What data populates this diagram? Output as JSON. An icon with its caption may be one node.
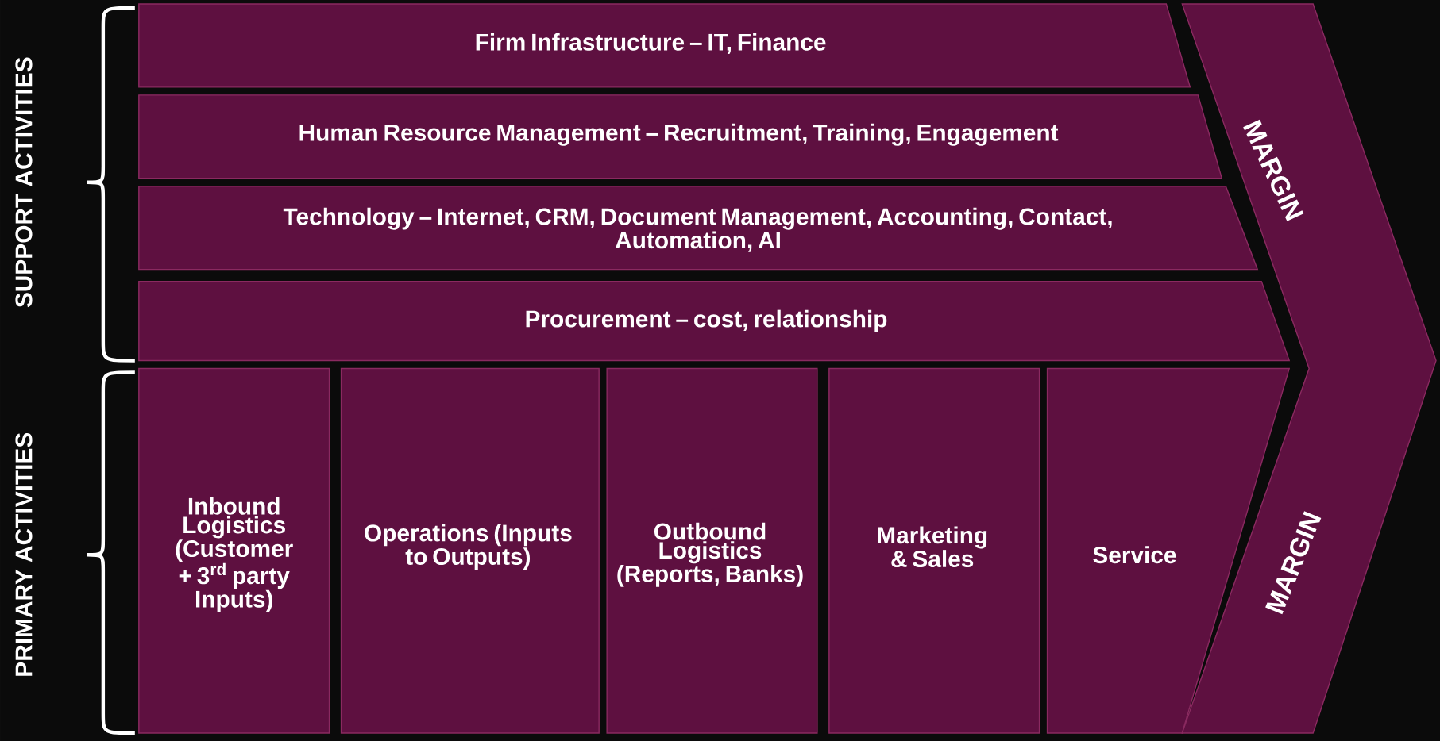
{
  "diagram": {
    "nodes": [
      {
        "text": [
          "Firm Infrastructure – IT, Finance"
        ]
      },
      {
        "text": [
          "Human Resource Management – Recruitment, Training, Engagement"
        ]
      },
      {
        "text": [
          "Technology – Internet, CRM, Document Management, Accounting, Contact, Automation, AI"
        ]
      },
      {
        "text": [
          "Procurement – cost, relationship"
        ]
      },
      {
        "text": [
          "Inbound Logistics (Customer + 3$^{rd}$ party Inputs)"
        ]
      },
      {
        "text": [
          "Operations (Inputs to Outputs)"
        ]
      },
      {
        "text": [
          "Outbound Logistics (Reports, Banks)"
        ]
      },
      {
        "text": [
          "Marketing & Sales"
        ]
      },
      {
        "text": [
          "Service"
        ]
      },
      {
        "text": [
          "MARGIN",
          "MARGIN"
        ]
      }
    ],
    "labels": [
      "SUPPORT ACTIVITIES",
      "PRIMARY ACTIVITIES"
    ]
  }
}
